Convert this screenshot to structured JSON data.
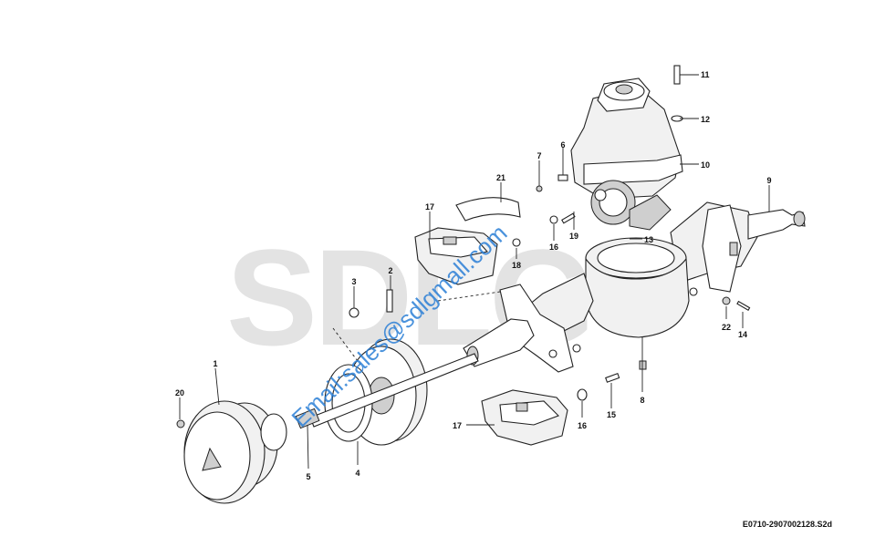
{
  "watermark": {
    "logo": "SDLG",
    "email": "Email:sales@sdlgmall.com"
  },
  "drawing_ref": "E0710-2907002128.S2d",
  "callouts": [
    {
      "id": "c1",
      "label": "1"
    },
    {
      "id": "c2",
      "label": "2"
    },
    {
      "id": "c3",
      "label": "3"
    },
    {
      "id": "c4",
      "label": "4"
    },
    {
      "id": "c5",
      "label": "5"
    },
    {
      "id": "c6",
      "label": "6"
    },
    {
      "id": "c7",
      "label": "7"
    },
    {
      "id": "c8",
      "label": "8"
    },
    {
      "id": "c9",
      "label": "9"
    },
    {
      "id": "c10",
      "label": "10"
    },
    {
      "id": "c11",
      "label": "11"
    },
    {
      "id": "c12",
      "label": "12"
    },
    {
      "id": "c13",
      "label": "13"
    },
    {
      "id": "c14",
      "label": "14"
    },
    {
      "id": "c15",
      "label": "15"
    },
    {
      "id": "c16a",
      "label": "16"
    },
    {
      "id": "c16b",
      "label": "16"
    },
    {
      "id": "c17a",
      "label": "17"
    },
    {
      "id": "c17b",
      "label": "17"
    },
    {
      "id": "c18",
      "label": "18"
    },
    {
      "id": "c19",
      "label": "19"
    },
    {
      "id": "c20",
      "label": "20"
    },
    {
      "id": "c21",
      "label": "21"
    },
    {
      "id": "c22",
      "label": "22"
    }
  ]
}
